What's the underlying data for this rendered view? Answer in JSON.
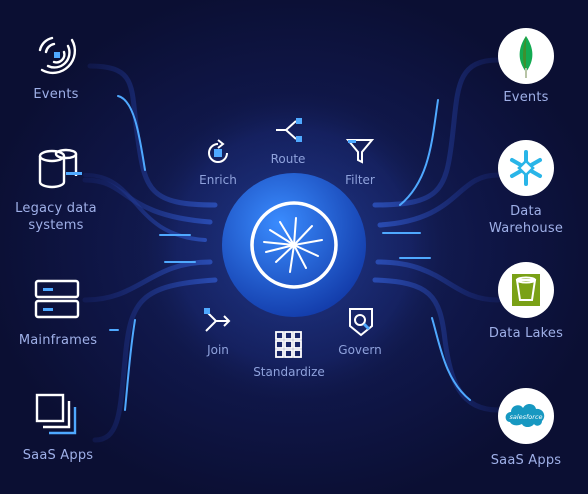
{
  "sources": {
    "events": "Events",
    "legacy": "Legacy data\nsystems",
    "mainframes": "Mainframes",
    "saas": "SaaS Apps"
  },
  "destinations": {
    "events": "Events",
    "warehouse": "Data\nWarehouse",
    "lakes": "Data Lakes",
    "saas": "SaaS Apps",
    "salesforce_logo_text": "salesforce"
  },
  "operations": {
    "enrich": "Enrich",
    "route": "Route",
    "filter": "Filter",
    "join": "Join",
    "standardize": "Standardize",
    "govern": "Govern"
  },
  "colors": {
    "background": "#0b0f33",
    "accent": "#4fa9ff",
    "label": "#9fb0e8",
    "hub": "#1d5fd6"
  },
  "icons": {
    "events_source": "signal-waves-icon",
    "legacy_source": "database-icon",
    "mainframes_source": "server-icon",
    "saas_source": "windows-stack-icon",
    "events_dest": "mongodb-leaf-icon",
    "warehouse_dest": "snowflake-icon",
    "lakes_dest": "bucket-icon",
    "saas_dest": "salesforce-cloud-icon",
    "hub": "burst-logo-icon"
  }
}
